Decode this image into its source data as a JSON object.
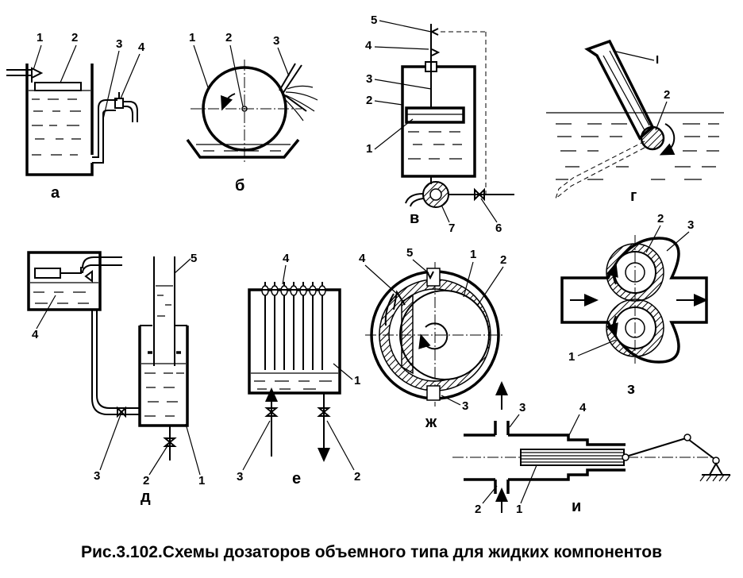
{
  "caption": "Рис.3.102.Схемы дозаторов объемного типа для жидких компонентов",
  "panels": {
    "a": {
      "letter": "а",
      "labels": [
        "1",
        "2",
        "3",
        "4"
      ]
    },
    "b": {
      "letter": "б",
      "labels": [
        "1",
        "2",
        "3"
      ]
    },
    "v": {
      "letter": "в",
      "labels": [
        "5",
        "4",
        "3",
        "2",
        "1",
        "7",
        "6"
      ]
    },
    "g": {
      "letter": "г",
      "labels": [
        "I",
        "2"
      ]
    },
    "d": {
      "letter": "д",
      "labels": [
        "5",
        "4",
        "3",
        "2",
        "1"
      ]
    },
    "e": {
      "letter": "е",
      "labels": [
        "4",
        "1",
        "3",
        "2"
      ]
    },
    "zh": {
      "letter": "ж",
      "labels": [
        "4",
        "5",
        "1",
        "2",
        "3"
      ]
    },
    "z": {
      "letter": "з",
      "labels": [
        "2",
        "3",
        "1"
      ]
    },
    "i": {
      "letter": "и",
      "labels": [
        "3",
        "4",
        "2",
        "1"
      ]
    }
  }
}
